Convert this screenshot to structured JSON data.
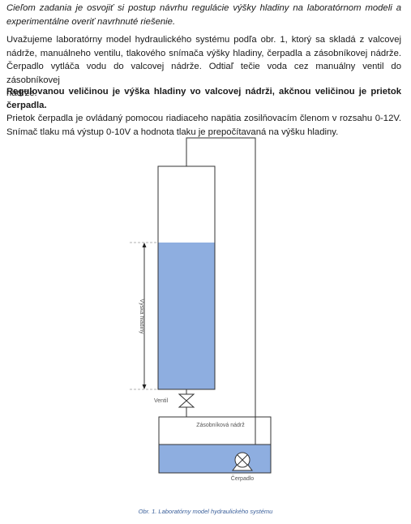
{
  "intro": {
    "line1": "Cieľom zadania je osvojiť si postup návrhu regulácie výšky hladiny na laboratórnom modeli a",
    "line2": "experimentálne overiť navrhnuté riešenie."
  },
  "description": {
    "line1": "Uvažujeme laboratórny model hydraulického systému podľa obr. 1, ktorý sa skladá z valcovej",
    "line2": "nádrže, manuálneho ventilu, tlakového snímača výšky hladiny, čerpadla a zásobníkovej nádrže.",
    "line3": "Čerpadlo vytláča vodu do valcovej nádrže. Odtiaľ tečie voda cez manuálny ventil do zásobníkovej",
    "line4": "nádrže."
  },
  "control": {
    "bold_line": "Regulovanou veličinou je výška hladiny vo valcovej nádrži, akčnou veličinou je prietok čerpadla.",
    "line2": "Prietok čerpadla je ovládaný pomocou riadiaceho napätia zosilňovacím členom v rozsahu 0-12V.",
    "line3": "Snímač tlaku má výstup 0-10V a hodnota tlaku je prepočítavaná na výšku hladiny."
  },
  "figure": {
    "level_label": "Výška hladiny",
    "valve_label": "Ventil",
    "reservoir_label": "Zásobníková nádrž",
    "pump_label": "Čerpadlo",
    "caption": "Obr. 1. Laboratórny model hydraulického systému",
    "colors": {
      "water": "#8eaee0",
      "outline": "#333333",
      "dashed": "#999999",
      "caption": "#3a5f9a"
    }
  }
}
